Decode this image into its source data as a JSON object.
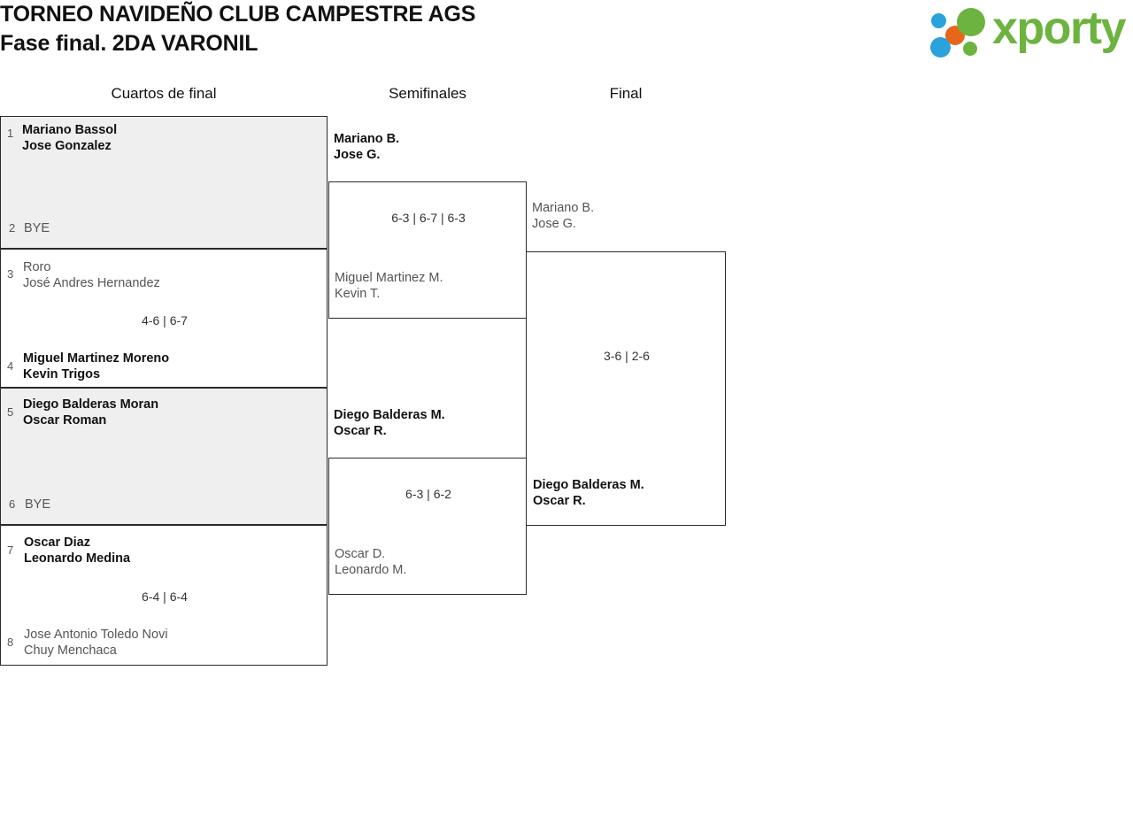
{
  "header": {
    "title_line1": "TORNEO NAVIDEÑO CLUB CAMPESTRE AGS",
    "title_line2": "Fase final. 2DA VARONIL"
  },
  "logo": {
    "wordmark": "xporty",
    "colors": {
      "green": "#6cb33f",
      "orange": "#e8661a",
      "blue": "#2aa3dc"
    }
  },
  "rounds": [
    {
      "label": "Cuartos de final"
    },
    {
      "label": "Semifinales"
    },
    {
      "label": "Final"
    }
  ],
  "quarterfinals": [
    {
      "top": {
        "seed": "1",
        "line1": "Mariano Bassol",
        "line2": "Jose Gonzalez",
        "result": "winner"
      },
      "bottom": {
        "seed": "2",
        "line1": "BYE",
        "line2": "",
        "result": "loser"
      },
      "score": ""
    },
    {
      "top": {
        "seed": "3",
        "line1": "Roro",
        "line2": "José Andres Hernandez",
        "result": "loser"
      },
      "bottom": {
        "seed": "4",
        "line1": "Miguel Martinez Moreno",
        "line2": "Kevin Trigos",
        "result": "winner"
      },
      "score": "4-6 | 6-7"
    },
    {
      "top": {
        "seed": "5",
        "line1": "Diego Balderas Moran",
        "line2": "Oscar Roman",
        "result": "winner"
      },
      "bottom": {
        "seed": "6",
        "line1": "BYE",
        "line2": "",
        "result": "loser"
      },
      "score": ""
    },
    {
      "top": {
        "seed": "7",
        "line1": "Oscar Diaz",
        "line2": "Leonardo Medina",
        "result": "winner"
      },
      "bottom": {
        "seed": "8",
        "line1": "Jose Antonio Toledo Novi",
        "line2": "Chuy Menchaca",
        "result": "loser"
      },
      "score": "6-4 | 6-4"
    }
  ],
  "semifinals": [
    {
      "top": {
        "line1": "Mariano B.",
        "line2": "Jose G.",
        "result": "winner"
      },
      "bottom": {
        "line1": "Miguel Martinez M.",
        "line2": "Kevin T.",
        "result": "loser"
      },
      "score": "6-3 | 6-7 | 6-3"
    },
    {
      "top": {
        "line1": "Diego Balderas M.",
        "line2": "Oscar R.",
        "result": "winner"
      },
      "bottom": {
        "line1": "Oscar D.",
        "line2": "Leonardo M.",
        "result": "loser"
      },
      "score": "6-3 | 6-2"
    }
  ],
  "final": {
    "top": {
      "line1": "Mariano B.",
      "line2": "Jose G.",
      "result": "loser"
    },
    "bottom": {
      "line1": "Diego Balderas M.",
      "line2": "Oscar R.",
      "result": "winner"
    },
    "score": "3-6 | 2-6"
  }
}
